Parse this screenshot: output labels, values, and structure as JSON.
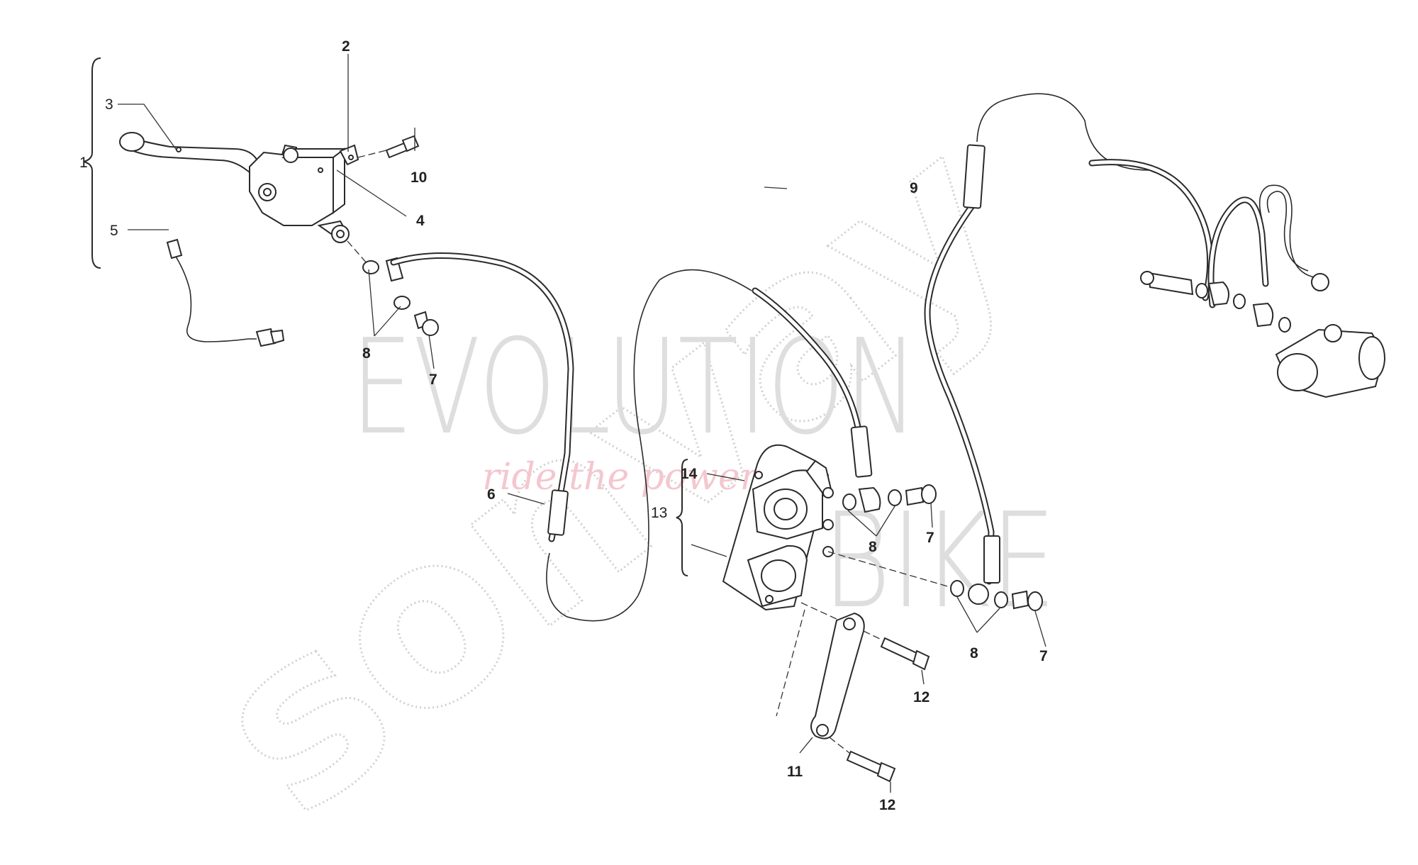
{
  "watermark": {
    "brand_top": "EVOLUTION",
    "brand_bottom": "BIKE",
    "slogan": "ride the power",
    "soft": "sonvay"
  },
  "callouts": {
    "c1": "1",
    "c2": "2",
    "c3": "3",
    "c4": "4",
    "c5": "5",
    "c6": "6",
    "c7a": "7",
    "c7b": "7",
    "c7c": "7",
    "c8a": "8",
    "c8b": "8",
    "c8c": "8",
    "c9": "9",
    "c10": "10",
    "c11": "11",
    "c12a": "12",
    "c12b": "12",
    "c13": "13",
    "c14": "14"
  }
}
